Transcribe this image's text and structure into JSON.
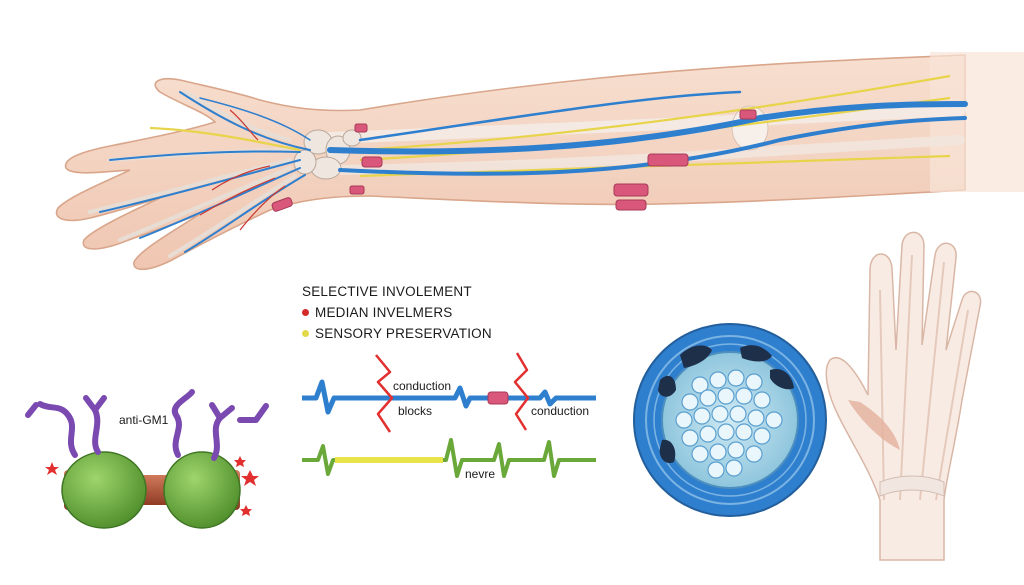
{
  "legend": {
    "title": "SELECTIVE INVOLEMENT",
    "items": [
      {
        "label": "MEDIAN INVELMERS",
        "color": "#d62a2a"
      },
      {
        "label": "SENSORY PRESERVATION",
        "color": "#e3d84a"
      }
    ]
  },
  "antibody": {
    "label": "anti-GM1"
  },
  "traces": {
    "motor_label_1": "conduction",
    "motor_label_2": "blocks",
    "motor_label_3": "conduction",
    "sensory_label": "nevre"
  },
  "colors": {
    "nerve_blue": "#2f7fcf",
    "sensory_yellow": "#e8d44a",
    "block_pink": "#d9577a",
    "skin": "#f3d2bf",
    "myelin_green": "#6aa83a",
    "node_copper": "#b4553a",
    "antibody_purple": "#7a4ab0",
    "lightning_red": "#e23030"
  }
}
